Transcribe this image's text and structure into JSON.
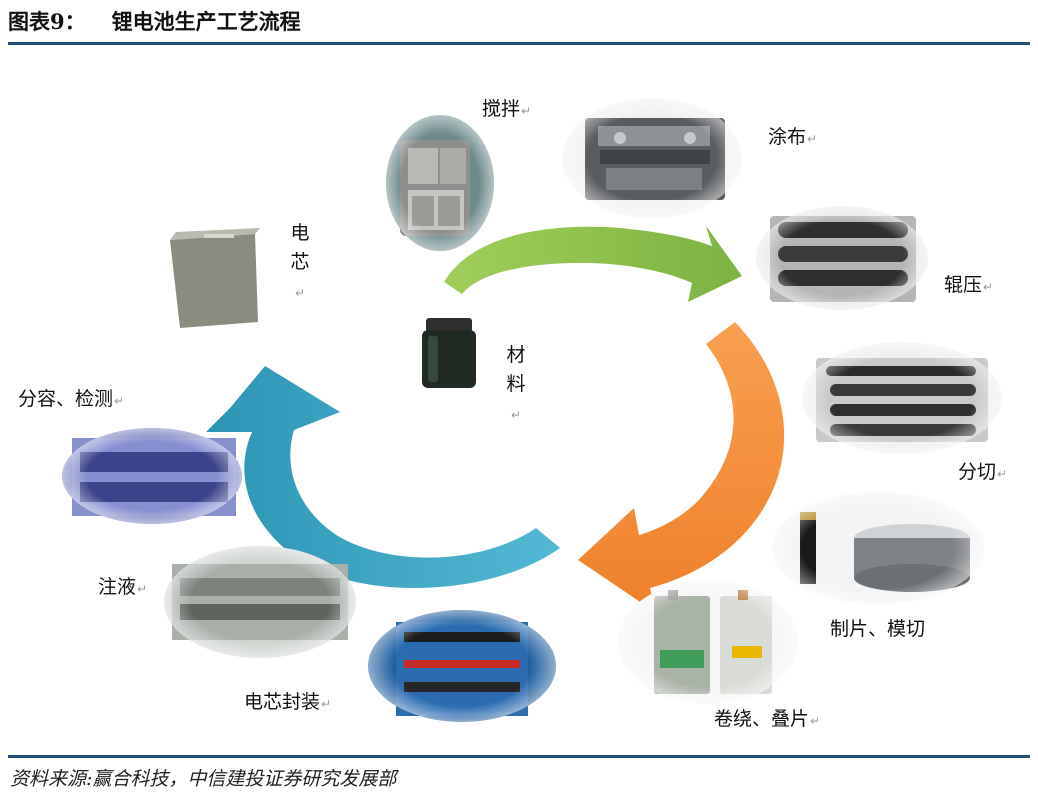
{
  "header": {
    "figure_no": "图表9：",
    "title": "锂电池生产工艺流程"
  },
  "steps": {
    "material": "材料",
    "stirring": "搅拌",
    "coating": "涂布",
    "rolling": "辊压",
    "slitting": "分切",
    "tab_die_cut": "制片、模切",
    "winding_stacking": "卷绕、叠片",
    "cell_packaging": "电芯封装",
    "electrolyte_filling": "注液",
    "formation_testing": "分容、检测",
    "cell": "电芯"
  },
  "footer": {
    "source": "资料来源:赢合科技，中信建投证券研究发展部"
  },
  "colors": {
    "rule": "#1f4e79",
    "arrow_green": "#8bc34a",
    "arrow_orange": "#f5923e",
    "arrow_blue": "#3ea6c4"
  },
  "marker_glyph": "↵"
}
